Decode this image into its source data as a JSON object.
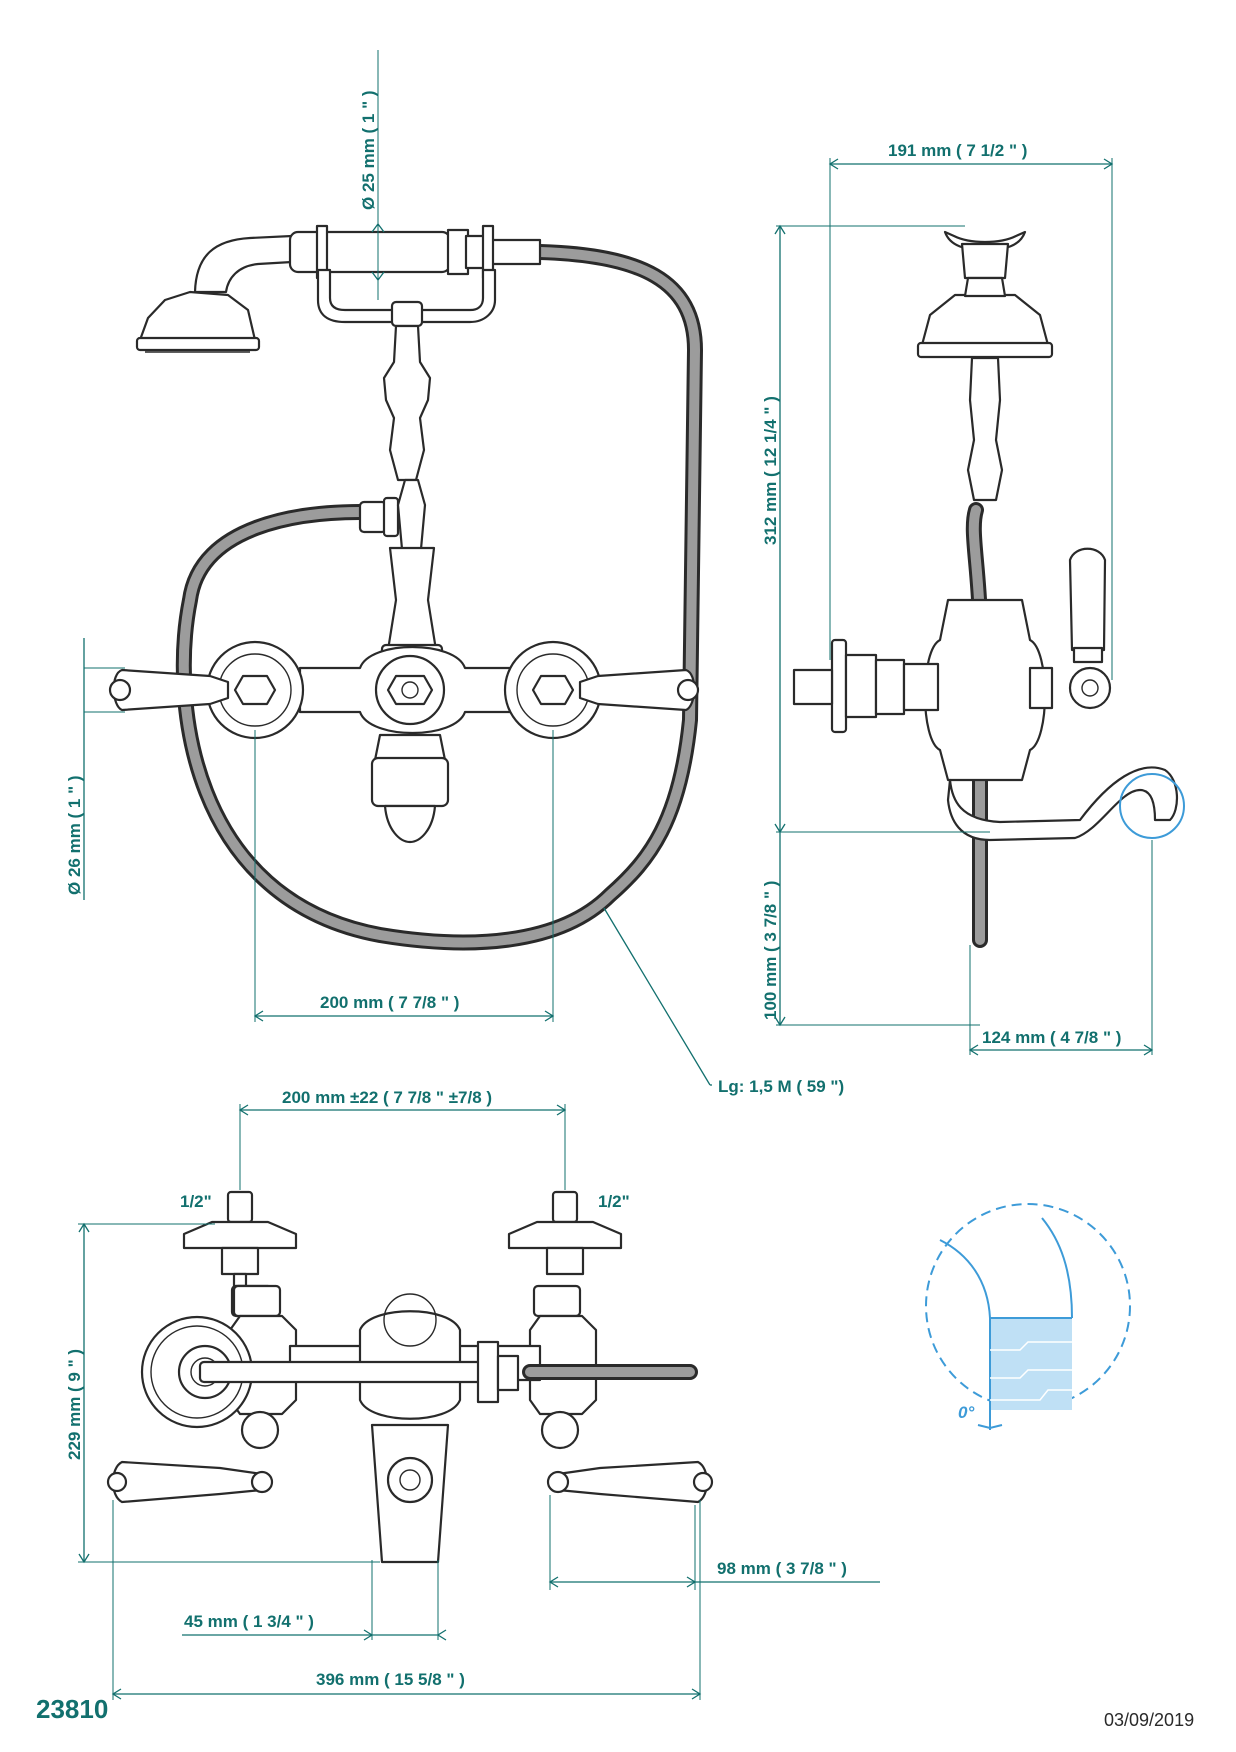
{
  "product_code": "23810",
  "date": "03/09/2019",
  "front_view": {
    "dim_shower_diameter": "Ø 25 mm ( 1 \" )",
    "dim_outlet_diameter": "Ø 26 mm ( 1 \" )",
    "dim_handle_spacing": "200 mm ( 7 7/8 \" )",
    "hose_length": "Lg: 1,5 M ( 59 \")"
  },
  "side_view": {
    "dim_depth": "191 mm ( 7 1/2 \" )",
    "dim_height": "312 mm ( 12 1/4 \" )",
    "dim_spout_height": "100 mm ( 3 7/8 \" )",
    "dim_spout_reach": "124 mm ( 4 7/8 \" )"
  },
  "top_view": {
    "dim_centers": "200 mm ±22 ( 7 7/8 \" ±7/8 )",
    "thread_left": "1/2\"",
    "thread_right": "1/2\"",
    "dim_total_depth": "229 mm ( 9 \" )",
    "dim_handle_offset": "98 mm ( 3 7/8 \" )",
    "dim_spout_offset": "45 mm ( 1 3/4 \" )",
    "dim_total_width": "396 mm ( 15 5/8 \" )"
  },
  "detail": {
    "angle_label": "0°"
  },
  "colors": {
    "dimension": "#12706e",
    "detail": "#3d9bd8",
    "water": "#bfe0f5",
    "line": "#2a2a2a"
  }
}
